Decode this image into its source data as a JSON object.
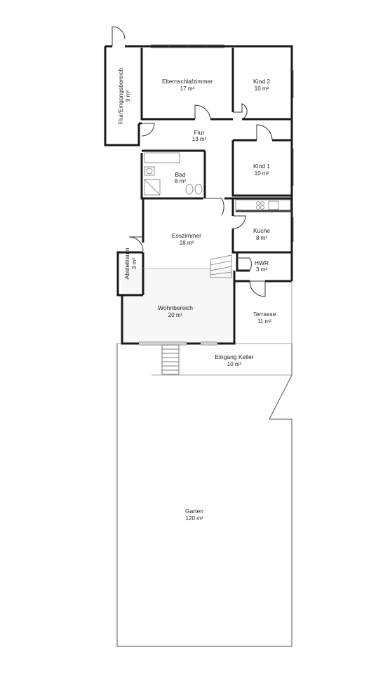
{
  "plan": {
    "wall_color": "#1a1a1a",
    "thin_line_color": "#555555",
    "fixture_color": "#777777",
    "floor_tint": "#f7f7f7",
    "rooms": [
      {
        "id": "elternschlafzimmer",
        "name": "Elternschlafzimmer",
        "area": "17 m²"
      },
      {
        "id": "kind2",
        "name": "Kind 2",
        "area": "10 m²"
      },
      {
        "id": "flur-eingang",
        "name": "Flur/Eingangsbereich",
        "area": "9 m²"
      },
      {
        "id": "flur",
        "name": "Flur",
        "area": "13 m²"
      },
      {
        "id": "bad",
        "name": "Bad",
        "area": "8 m²"
      },
      {
        "id": "kind1",
        "name": "Kind 1",
        "area": "10 m²"
      },
      {
        "id": "kueche",
        "name": "Küche",
        "area": "8 m²"
      },
      {
        "id": "esszimmer",
        "name": "Esszimmer",
        "area": "18 m²"
      },
      {
        "id": "abstellraum",
        "name": "Abstellraum",
        "area": "3 m²"
      },
      {
        "id": "hwr",
        "name": "HWR",
        "area": "3 m²"
      },
      {
        "id": "wohnbereich",
        "name": "Wohnbereich",
        "area": "20 m²"
      },
      {
        "id": "terrasse",
        "name": "Terrasse",
        "area": "11 m²"
      },
      {
        "id": "eingang-keller",
        "name": "Eingang Keller",
        "area": "10 m²"
      },
      {
        "id": "garten",
        "name": "Garten",
        "area": "120 m²"
      }
    ]
  }
}
